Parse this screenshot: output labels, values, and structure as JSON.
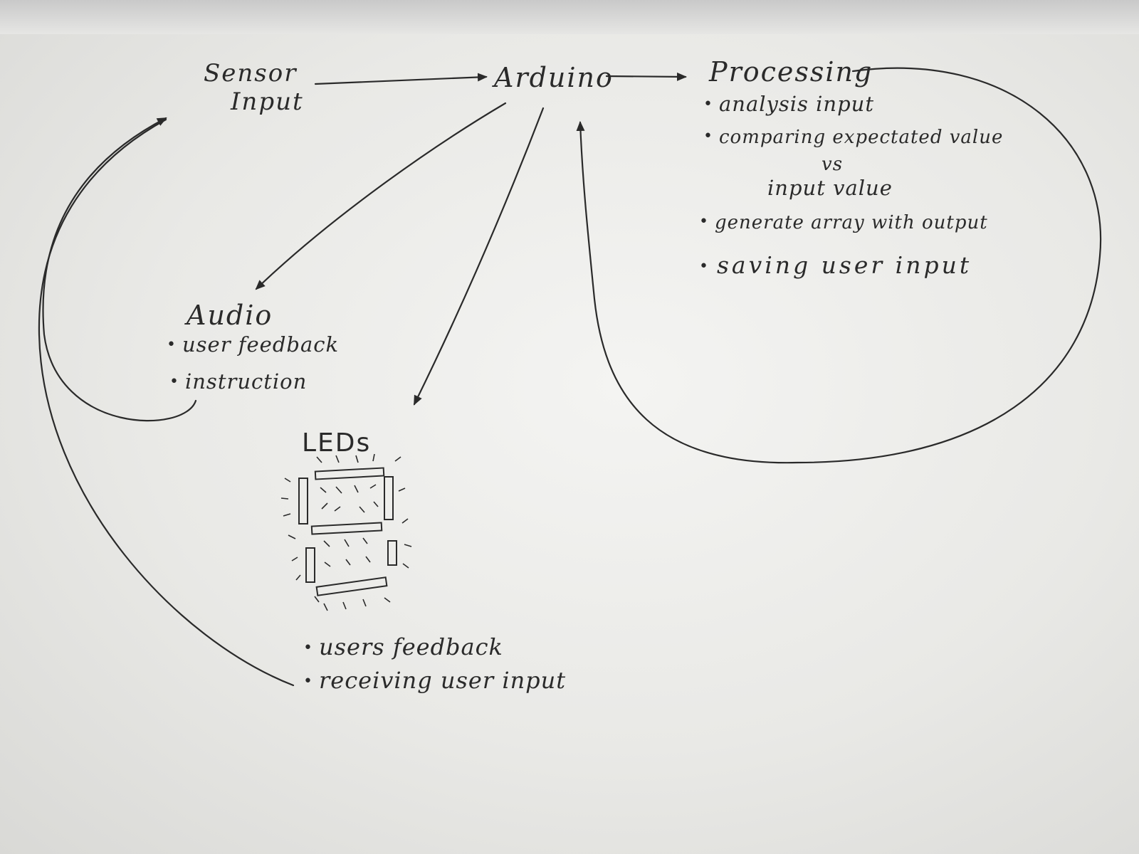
{
  "nodes": {
    "sensor": {
      "line1": "Sensor",
      "line2": "Input"
    },
    "arduino": {
      "title": "Arduino"
    },
    "processing": {
      "title": "Processing",
      "items": [
        "analysis input",
        "comparing expectated value",
        "vs",
        "input value",
        "generate array with output",
        "saving user input"
      ]
    },
    "audio": {
      "title": "Audio",
      "items": [
        "user feedback",
        "instruction"
      ]
    },
    "leds": {
      "title": "LEDs",
      "items": [
        "users feedback",
        "receiving user input"
      ]
    }
  },
  "colors": {
    "ink": "#2a2a2a",
    "paper": "#eeeeec"
  }
}
